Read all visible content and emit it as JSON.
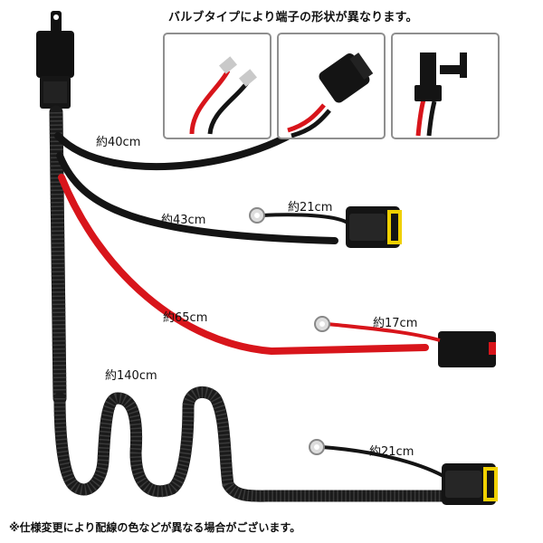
{
  "header": {
    "caption": "バルブタイプにより端子の形状が異なります。"
  },
  "panels": [
    {
      "name": "terminal-panel-bullet"
    },
    {
      "name": "terminal-panel-socket"
    },
    {
      "name": "terminal-panel-h-plug"
    }
  ],
  "labels": {
    "len_40": "約40cm",
    "len_43": "約43cm",
    "len_21_top": "約21cm",
    "len_65": "約65cm",
    "len_17": "約17cm",
    "len_140": "約140cm",
    "len_21_bottom": "約21cm"
  },
  "footer": {
    "note": "※仕様変更により配線の色などが異なる場合がございます。"
  },
  "colors": {
    "sleeve": "#1a1a1a",
    "red_wire": "#d8151b",
    "black_wire": "#141414",
    "connector_yellow": "#f0d000",
    "panel_border": "#8f8f8f"
  }
}
